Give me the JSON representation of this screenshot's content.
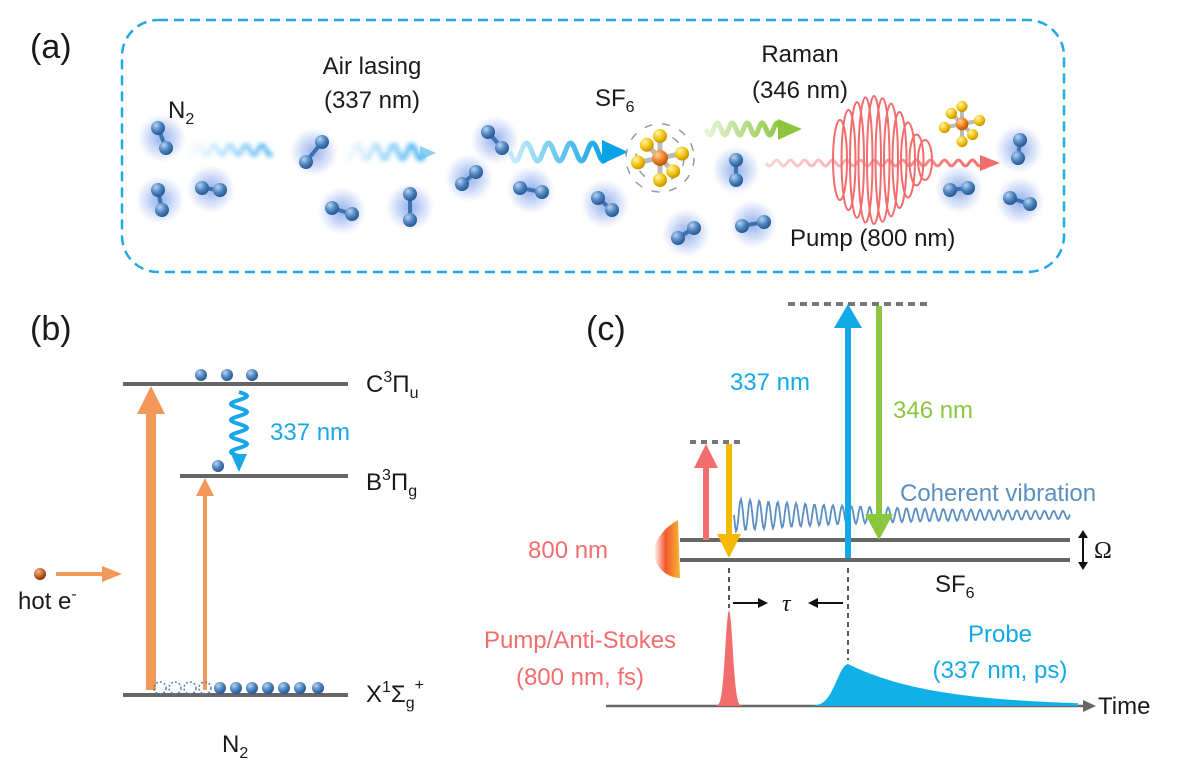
{
  "colors": {
    "n2_blue": "#4a86c8",
    "air_laser": "#0aa3e6",
    "raman_green": "#8cc63f",
    "pump_red": "#f26d6d",
    "orange": "#f2995a",
    "gold": "#f5c518",
    "vibration": "#5b8fbf",
    "probe_blue": "#12b0e8",
    "border_dash": "#22a9e0",
    "level_gray": "#666666"
  },
  "panel_a": {
    "label": "(a)",
    "n2": {
      "main": "N",
      "sub": "2"
    },
    "air_lasing": [
      "Air lasing",
      "(337 nm)"
    ],
    "sf6": {
      "main": "SF",
      "sub": "6"
    },
    "raman": [
      "Raman",
      "(346 nm)"
    ],
    "pump": "Pump (800 nm)"
  },
  "panel_b": {
    "label": "(b)",
    "level_c": {
      "base": "C",
      "sup": "3",
      "mid": "Π",
      "sub": "u"
    },
    "level_b": {
      "base": "B",
      "sup": "3",
      "mid": "Π",
      "sub": "g"
    },
    "level_x": {
      "base": "X",
      "sup": "1",
      "mid": "Σ",
      "sub": "g",
      "sup2": "+"
    },
    "transition": "337 nm",
    "hot_e": {
      "main": "hot e",
      "sup": "-"
    },
    "molecule": {
      "main": "N",
      "sub": "2"
    }
  },
  "panel_c": {
    "label": "(c)",
    "wl_337": "337 nm",
    "wl_346": "346 nm",
    "wl_800": "800 nm",
    "coherent": "Coherent vibration",
    "omega": "Ω",
    "sf6": {
      "main": "SF",
      "sub": "6"
    },
    "tau": "τ",
    "pump_label": [
      "Pump/Anti-Stokes",
      "(800 nm, fs)"
    ],
    "probe_label": [
      "Probe",
      "(337 nm, ps)"
    ],
    "time": "Time"
  }
}
